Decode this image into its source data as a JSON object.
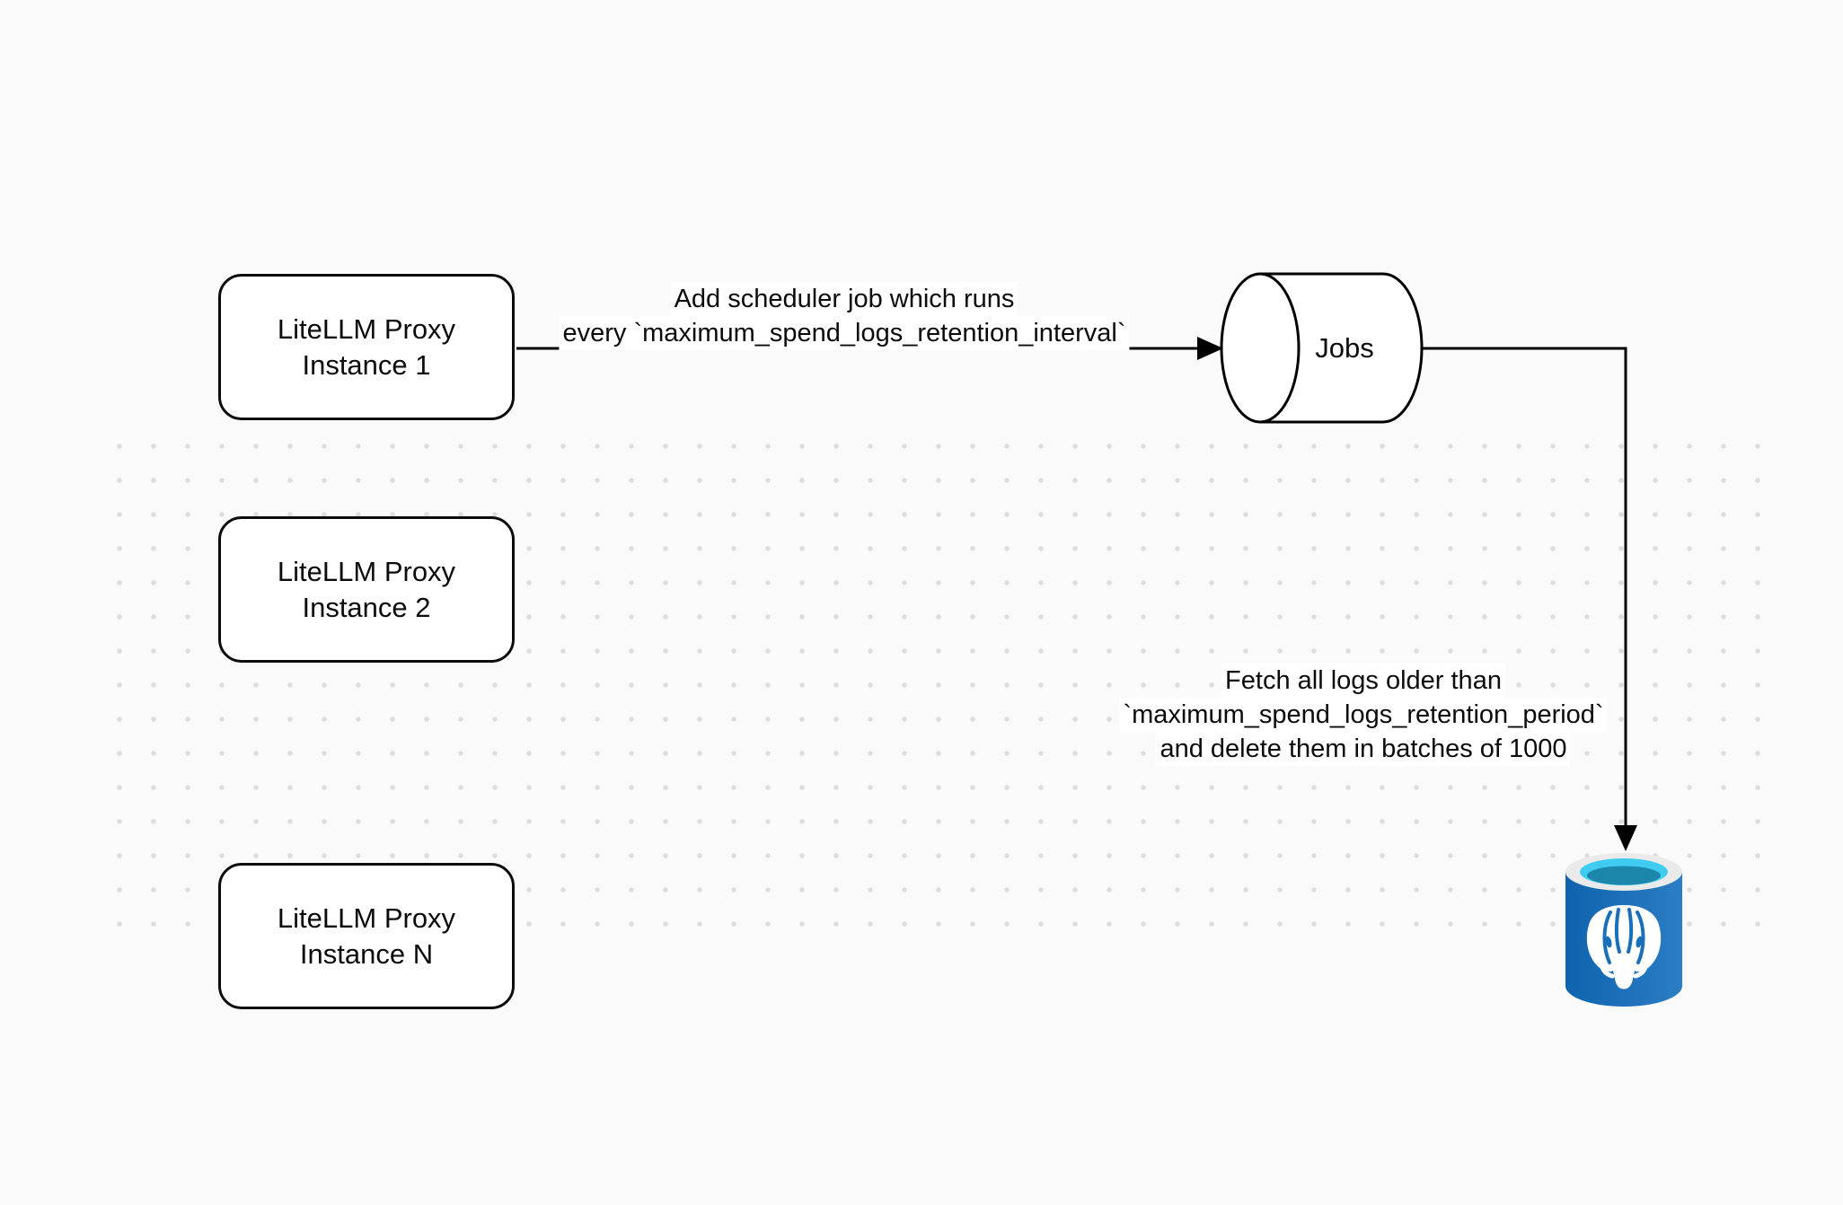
{
  "diagram": {
    "nodes": {
      "proxy1": {
        "line1": "LiteLLM Proxy",
        "line2": "Instance 1"
      },
      "proxy2": {
        "line1": "LiteLLM Proxy",
        "line2": "Instance 2"
      },
      "proxyN": {
        "line1": "LiteLLM Proxy",
        "line2": "Instance N"
      },
      "jobs": {
        "label": "Jobs"
      }
    },
    "edges": {
      "scheduler": {
        "line1": "Add scheduler job which runs",
        "line2": "every `maximum_spend_logs_retention_interval`"
      },
      "fetch": {
        "line1": "Fetch all logs older than",
        "line2": "`maximum_spend_logs_retention_period`",
        "line3": "and delete them in batches of 1000"
      }
    },
    "colors": {
      "background": "#fafafa",
      "grid_dot": "#dedede",
      "stroke": "#000000",
      "node_fill": "#ffffff",
      "pg_blue": "#1a6fba",
      "pg_blue_dark": "#0f63ae",
      "pg_blue_light": "#2b7dc4",
      "pg_rim": "#eaeaea",
      "pg_cyan": "#40cbf1",
      "pg_teal": "#1d86ab",
      "elephant": "#ffffff"
    }
  }
}
